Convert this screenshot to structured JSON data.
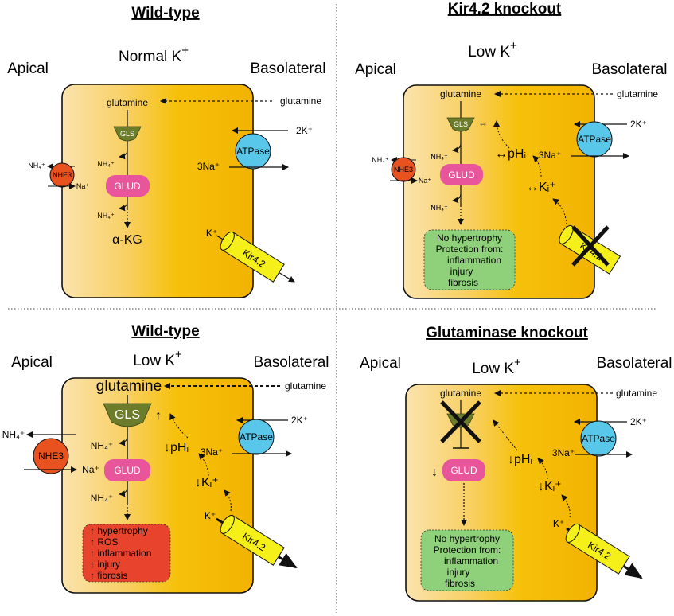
{
  "panels": [
    {
      "title": "Wild-type",
      "condition": "Normal K",
      "apical": "Apical",
      "basolateral": "Basolateral",
      "glutamine": "glutamine",
      "glutamine_ext": "glutamine",
      "gls": "GLS",
      "glud": "GLUD",
      "nhe3": "NHE3",
      "atpase": "ATPase",
      "two_k": "2K⁺",
      "three_na": "3Na⁺",
      "nh4": "NH₄⁺",
      "nh4_ext": "NH₄⁺",
      "na_ext": "Na⁺",
      "akg": "α-KG",
      "k_plus": "K⁺",
      "kir": "Kir4.2"
    },
    {
      "title": "Kir4.2 knockout",
      "condition": "Low K",
      "apical": "Apical",
      "basolateral": "Basolateral",
      "glutamine": "glutamine",
      "glutamine_ext": "glutamine",
      "gls": "GLS",
      "glud": "GLUD",
      "nhe3": "NHE3",
      "atpase": "ATPase",
      "two_k": "2K⁺",
      "three_na": "3Na⁺",
      "nh4": "NH₄⁺",
      "nh4_ext": "NH₄⁺",
      "na_ext": "Na⁺",
      "ph": "pHᵢ",
      "ki": "Kᵢ⁺",
      "kir": "Kir4.2",
      "outcome": [
        "No hypertrophy",
        "Protection from:",
        "inflammation",
        "injury",
        "fibrosis"
      ]
    },
    {
      "title": "Wild-type",
      "condition": "Low K",
      "apical": "Apical",
      "basolateral": "Basolateral",
      "glutamine": "glutamine",
      "glutamine_ext": "glutamine",
      "gls": "GLS",
      "glud": "GLUD",
      "nhe3": "NHE3",
      "atpase": "ATPase",
      "two_k": "2K⁺",
      "three_na": "3Na⁺",
      "nh4": "NH₄⁺",
      "nh4_ext": "NH₄⁺",
      "na_ext": "Na⁺",
      "ph": "pHᵢ",
      "ki": "Kᵢ⁺",
      "k_plus": "K⁺",
      "kir": "Kir4.2",
      "outcome": [
        "hypertrophy",
        "ROS",
        "inflammation",
        "injury",
        "fibrosis"
      ]
    },
    {
      "title": "Glutaminase knockout",
      "condition": "Low K",
      "apical": "Apical",
      "basolateral": "Basolateral",
      "glutamine": "glutamine",
      "glutamine_ext": "glutamine",
      "glud": "GLUD",
      "atpase": "ATPase",
      "two_k": "2K⁺",
      "three_na": "3Na⁺",
      "ph": "pHᵢ",
      "ki": "Kᵢ⁺",
      "k_plus": "K⁺",
      "kir": "Kir4.2",
      "outcome": [
        "No hypertrophy",
        "Protection from:",
        "inflammation",
        "injury",
        "fibrosis"
      ]
    }
  ],
  "colors": {
    "cell_apical": "#f9dc9a",
    "cell_basolateral": "#f6c10a",
    "gls": "#6b7d2a",
    "glud": "#e9559b",
    "nhe3": "#e8521f",
    "atpase": "#58c7ea",
    "kir": "#f5ef1a",
    "outcome_good": "#8fd07a",
    "outcome_bad": "#e8432c"
  }
}
